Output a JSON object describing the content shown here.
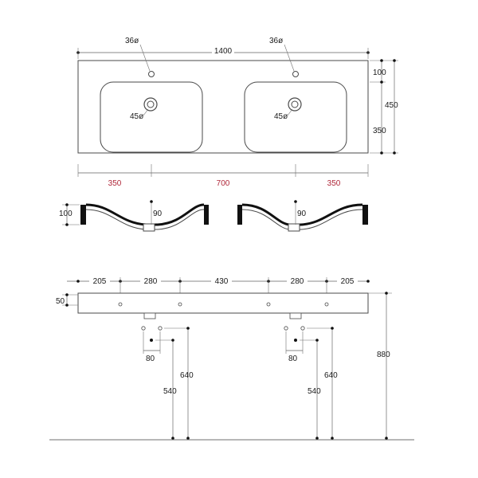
{
  "top_view": {
    "overall_width": "1400",
    "tap_hole_left": "36ø",
    "tap_hole_right": "36ø",
    "drain_left": "45ø",
    "drain_right": "45ø",
    "depth_front": "100",
    "depth_total": "450",
    "depth_basin": "350",
    "span_left": "350",
    "span_center": "700",
    "span_right": "350"
  },
  "section_view": {
    "height": "100",
    "angle_left": "90",
    "angle_right": "90"
  },
  "front_view": {
    "spacing": [
      "205",
      "280",
      "430",
      "280",
      "205"
    ],
    "thickness": "50",
    "left_trap": {
      "offset": "80",
      "h1": "540",
      "h2": "640"
    },
    "right_trap": {
      "offset": "80",
      "h1": "540",
      "h2": "640"
    },
    "floor_height": "880"
  },
  "colors": {
    "accent_dimension": "#b0283a",
    "line": "#8a8a8a",
    "outline": "#4a4a4a"
  }
}
